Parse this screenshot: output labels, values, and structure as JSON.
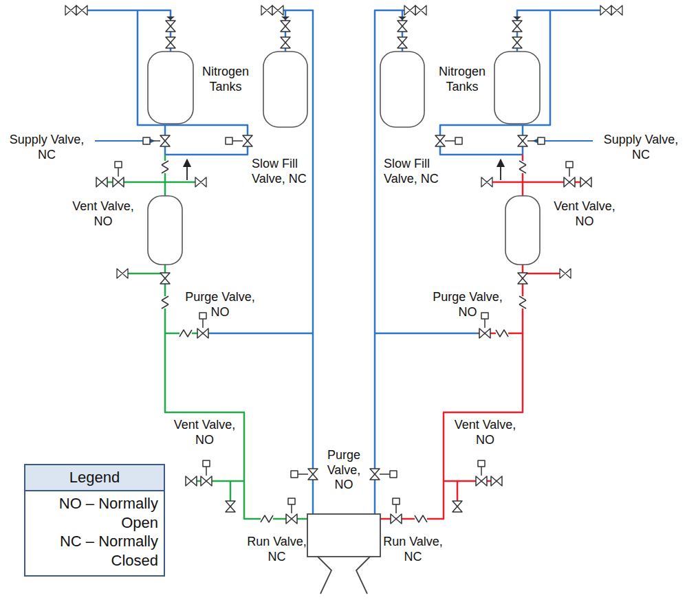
{
  "diagram": {
    "nodes": [
      {
        "text": [
          "Legend",
          "NO – Normally Open",
          "NC – Normally Closed"
        ]
      }
    ],
    "labels": [
      "Nitrogen Tanks",
      "Nitrogen Tanks",
      "Supply Valve, NC",
      "Slow Fill Valve, NC",
      "Slow Fill Valve, NC",
      "Supply Valve, NC",
      "Vent Valve, NO",
      "Vent Valve, NO",
      "Purge Valve, NO",
      "Purge Valve, NO",
      "Vent Valve, NO",
      "Vent Valve, NO",
      "Purge Valve, NO",
      "Run Valve, NC",
      "Run Valve, NC"
    ]
  }
}
